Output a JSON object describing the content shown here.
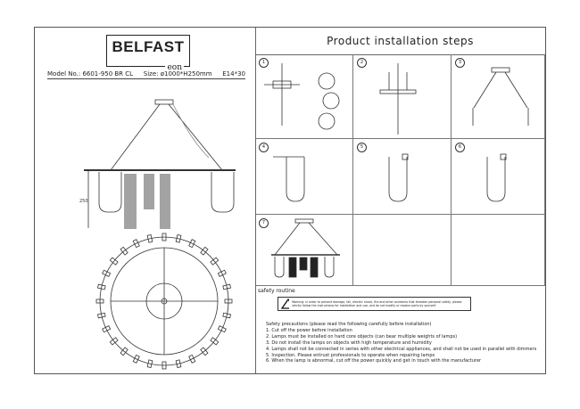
{
  "brand": {
    "name": "BELFAST",
    "sub": "eon"
  },
  "model": {
    "model_no": "Model No.: 6601-950 BR CL",
    "size": "Size: ø1000*H250mm",
    "socket": "E14*30"
  },
  "drawing": {
    "height_dim": "250"
  },
  "title": "Product installation steps",
  "steps": [
    {
      "n": "1"
    },
    {
      "n": "2"
    },
    {
      "n": "3"
    },
    {
      "n": "4"
    },
    {
      "n": "5"
    },
    {
      "n": "6"
    },
    {
      "n": "7"
    }
  ],
  "safety": {
    "heading": "safety routine",
    "warning": "Warning: in order to prevent damage, fall, electric shock, fire and other accidents that threaten personal safety, please strictly follow the instructions for installation and use, and do not modify or replace parts by yourself.",
    "precautions_title": "Safety precautions (please read the following carefully before installation)",
    "items": [
      "1. Cut off the power before installation",
      "2. Lamps must be installed on hard core objects (can bear multiple weights of lamps)",
      "3. Do not install the lamps on objects with high temperature and humidity",
      "4. Lamps shall not be connected in series with other electrical appliances, and shall not be used in parallel with dimmers",
      "5. Inspection. Please entrust professionals to operate when repairing lamps",
      "6. When the lamp is abnormal, cut off the power quickly and get in touch with the manufacturer"
    ]
  }
}
